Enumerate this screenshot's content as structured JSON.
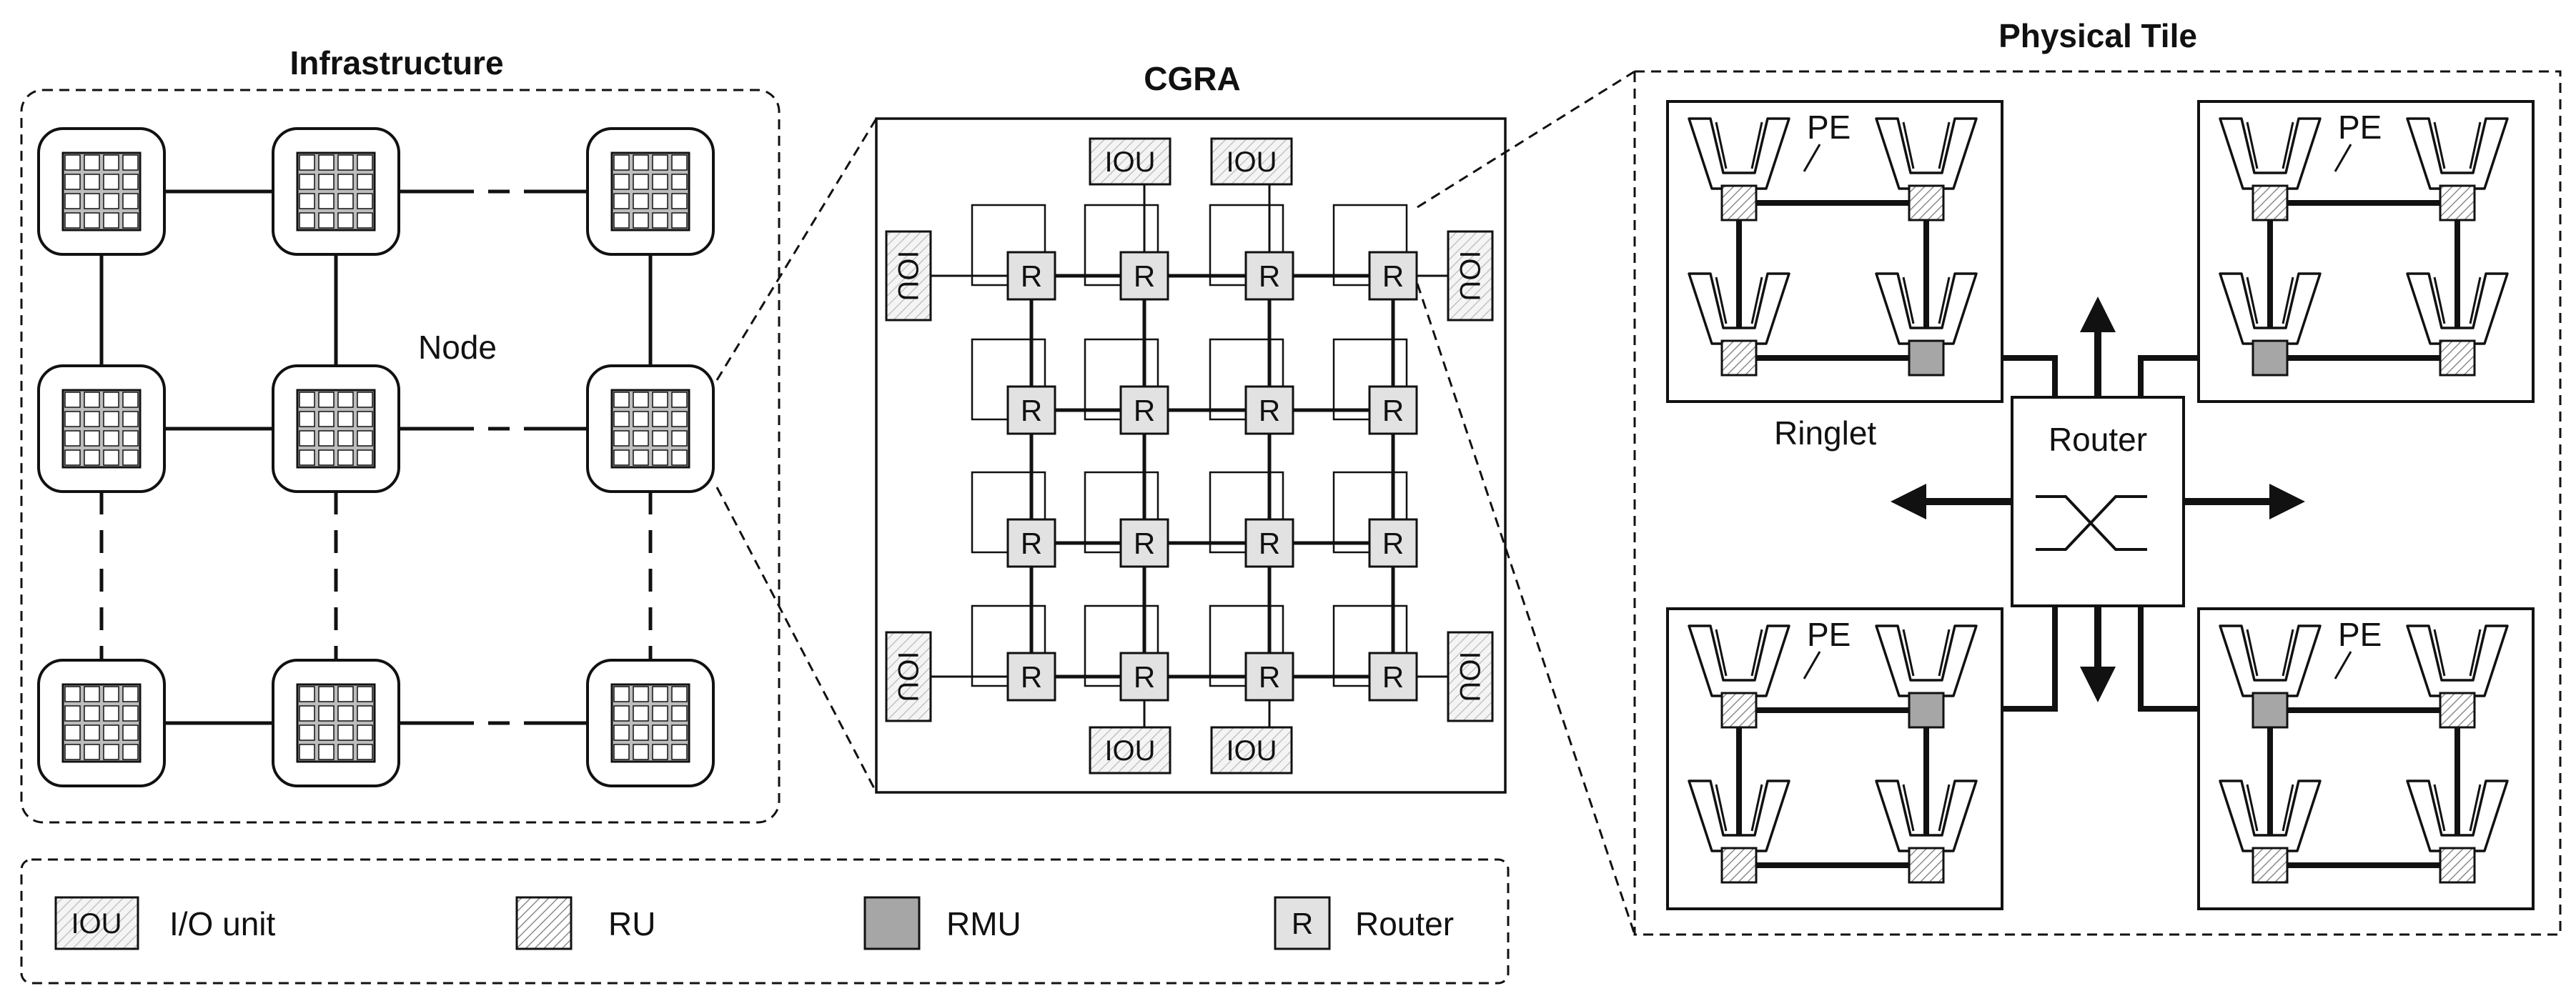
{
  "titles": {
    "infrastructure": "Infrastructure",
    "cgra": "CGRA",
    "physical_tile": "Physical Tile"
  },
  "labels": {
    "node": "Node",
    "ringlet": "Ringlet",
    "router": "Router",
    "pe": "PE"
  },
  "unit_labels": {
    "iou": "IOU",
    "router_short": "R"
  },
  "legend": {
    "items": [
      {
        "key": "iou",
        "swatch_text": "IOU",
        "label": "I/O unit"
      },
      {
        "key": "ru",
        "swatch_text": "",
        "label": "RU"
      },
      {
        "key": "rmu",
        "swatch_text": "",
        "label": "RMU"
      },
      {
        "key": "router",
        "swatch_text": "R",
        "label": "Router"
      }
    ]
  },
  "colors": {
    "ink": "#111111",
    "rmu_fill": "#a6a6a6",
    "router_fill": "#e2e2e2",
    "hatch_line": "#8c8c8c",
    "background": "#ffffff"
  },
  "infrastructure": {
    "rows": 3,
    "cols": 3,
    "cells_per_node": [
      4,
      4
    ]
  },
  "cgra": {
    "rows": 4,
    "cols": 4,
    "iou_positions": [
      "top",
      "top",
      "left",
      "left",
      "right",
      "right",
      "bottom",
      "bottom"
    ]
  },
  "physical_tile": {
    "ringlets": 4,
    "pe_per_ringlet": 4
  }
}
